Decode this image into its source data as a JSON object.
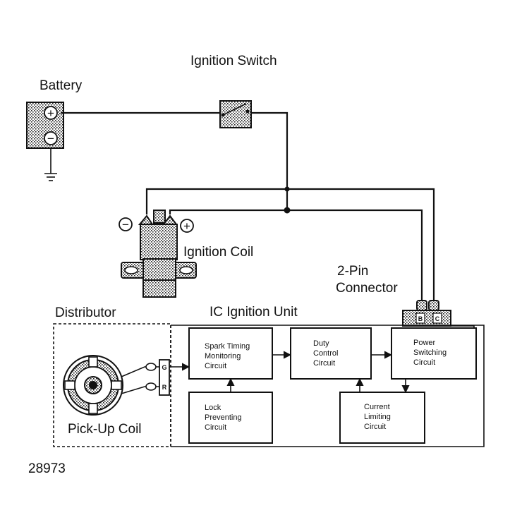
{
  "labels": {
    "ignition_switch": "Ignition Switch",
    "battery": "Battery",
    "ignition_coil": "Ignition Coil",
    "two_pin_connector_line1": "2-Pin",
    "two_pin_connector_line2": "Connector",
    "distributor": "Distributor",
    "ic_ignition_unit": "IC Ignition Unit",
    "pick_up_coil": "Pick-Up Coil",
    "figure_number": "28973"
  },
  "symbols": {
    "battery_positive": "+",
    "battery_negative": "−",
    "coil_negative": "−",
    "coil_positive": "+",
    "distributor_terminal_g": "G",
    "distributor_terminal_r": "R",
    "connector_pin_b": "B",
    "connector_pin_c": "C"
  },
  "blocks": {
    "spark_timing": [
      "Spark Timing",
      "Monitoring",
      "Circuit"
    ],
    "duty_control": [
      "Duty",
      "Control",
      "Circuit"
    ],
    "power_switching": [
      "Power",
      "Switching",
      "Circuit"
    ],
    "lock_preventing": [
      "Lock",
      "Preventing",
      "Circuit"
    ],
    "current_limiting": [
      "Current",
      "Limiting",
      "Circuit"
    ]
  }
}
